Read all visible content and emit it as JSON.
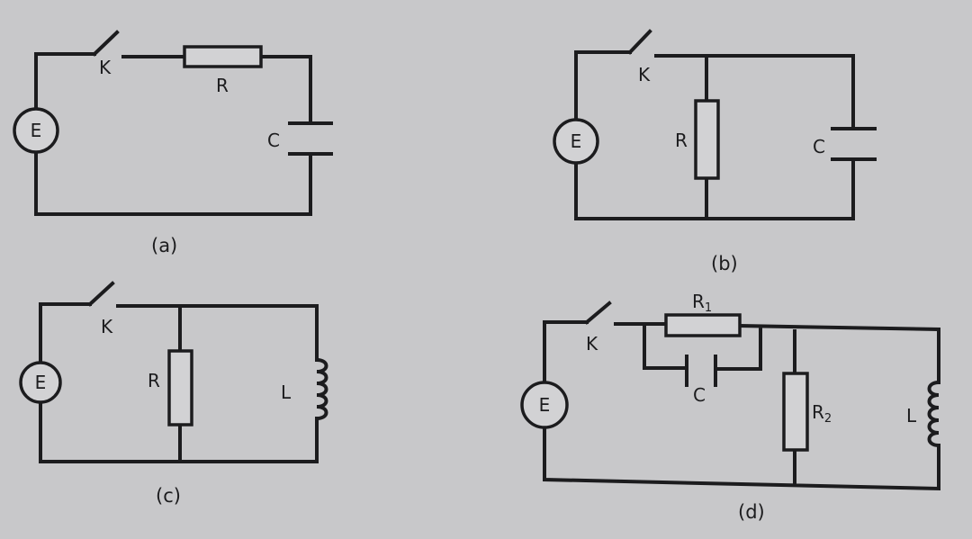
{
  "figure": {
    "a": {
      "caption": "(a)",
      "source": "E",
      "switch": "K",
      "resistor": "R",
      "capacitor": "C"
    },
    "b": {
      "caption": "(b)",
      "source": "E",
      "switch": "K",
      "resistor": "R",
      "capacitor": "C"
    },
    "c": {
      "caption": "(c)",
      "source": "E",
      "switch": "K",
      "resistor": "R",
      "inductor": "L"
    },
    "d": {
      "caption": "(d)",
      "source": "E",
      "switch": "K",
      "resistor1": "R",
      "resistor1_sub": "1",
      "capacitor": "C",
      "resistor2": "R",
      "resistor2_sub": "2",
      "inductor": "L"
    }
  }
}
